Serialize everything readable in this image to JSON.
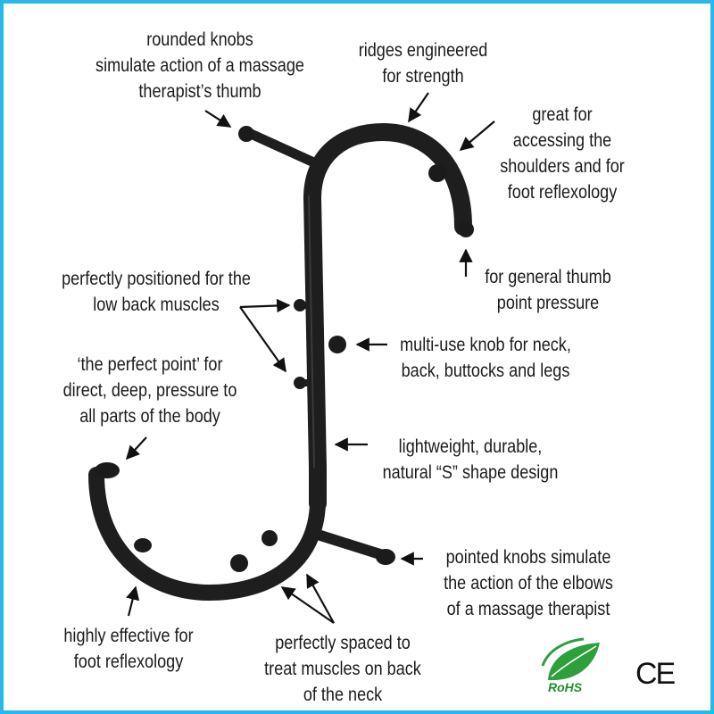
{
  "callouts": {
    "rounded_knobs": "rounded knobs\nsimulate action of a massage\ntherapist’s thumb",
    "ridges": "ridges engineered\nfor strength",
    "shoulders": "great for\naccessing the\nshoulders and for\nfoot reflexology",
    "thumb_pressure": "for general thumb\npoint pressure",
    "low_back": "perfectly positioned for the\nlow back muscles",
    "multi_use": "multi-use knob for neck,\nback, buttocks and legs",
    "perfect_point": "‘the perfect point’ for\ndirect, deep, pressure to\nall parts of the body",
    "lightweight": "lightweight, durable,\nnatural “S” shape design",
    "pointed_knobs": "pointed knobs simulate\nthe action of the elbows\nof a massage therapist",
    "foot_reflexology": "highly effective for\nfoot reflexology",
    "neck_spacing": "perfectly spaced to\ntreat muscles on back\nof the neck"
  },
  "badges": {
    "rohs": "RoHS",
    "ce": "CE"
  },
  "colors": {
    "border": "#29b8ea",
    "product": "#1e1e1e",
    "rohs_green": "#1f8f2e"
  },
  "icons": [
    "arrow-icon",
    "rohs-leaf-icon",
    "ce-mark-icon"
  ]
}
